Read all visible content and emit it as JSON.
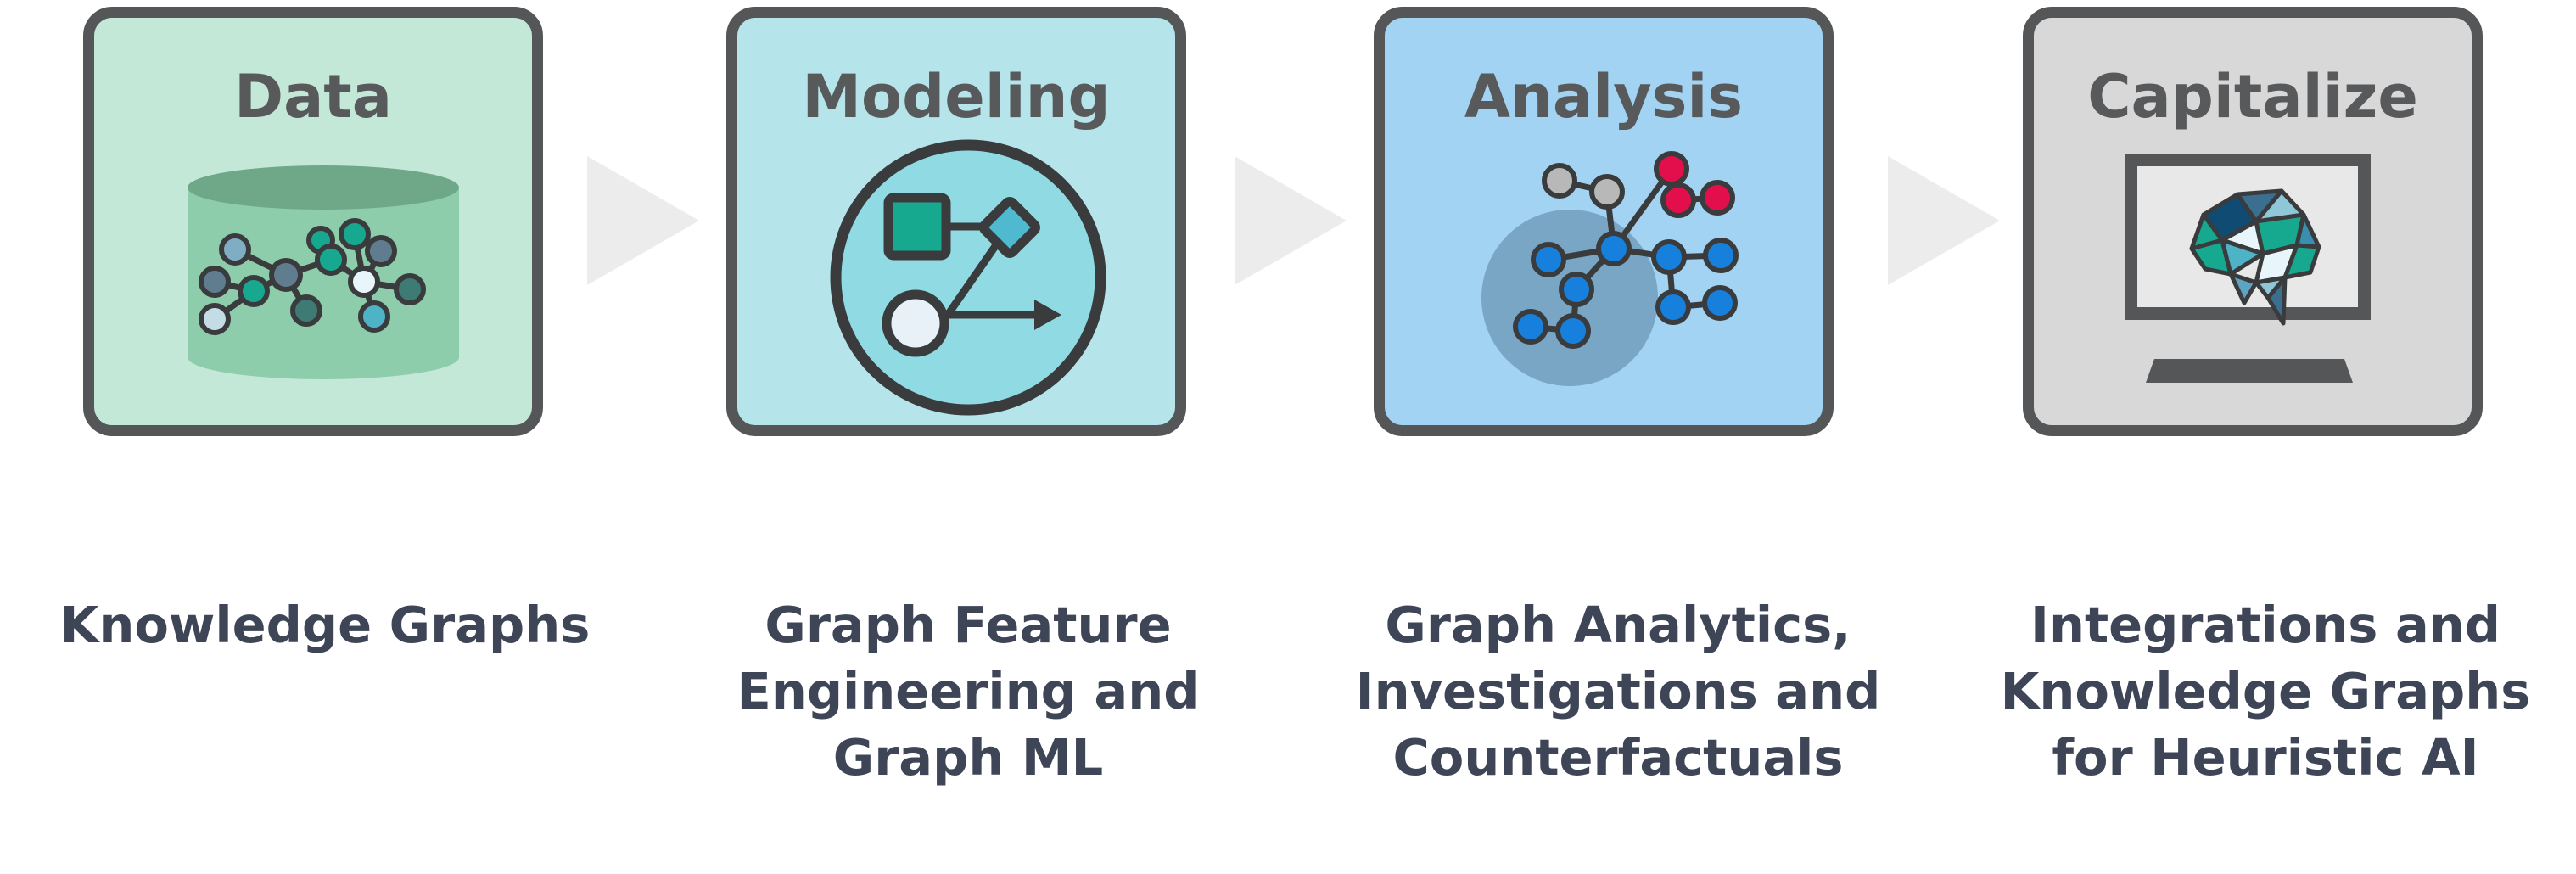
{
  "stages": [
    {
      "title": "Data",
      "icon": "database-graph-icon",
      "color": "#c3e8d7",
      "caption_lines": [
        "Knowledge Graphs"
      ]
    },
    {
      "title": "Modeling",
      "icon": "graph-model-icon",
      "color": "#b5e5ea",
      "caption_lines": [
        "Graph Feature",
        "Engineering and",
        "Graph ML"
      ]
    },
    {
      "title": "Analysis",
      "icon": "network-analysis-icon",
      "color": "#a3d3f2",
      "caption_lines": [
        "Graph Analytics,",
        "Investigations and",
        "Counterfactuals"
      ]
    },
    {
      "title": "Capitalize",
      "icon": "monitor-brain-icon",
      "color": "#d8d8d8",
      "caption_lines": [
        "Integrations and",
        "Knowledge Graphs",
        "for Heuristic AI"
      ]
    }
  ],
  "connector_icon": "chevron-right-icon",
  "colors": {
    "border": "#555657",
    "title_text": "#58595b",
    "caption_text": "#3d4556",
    "arrow": "#ececec"
  }
}
